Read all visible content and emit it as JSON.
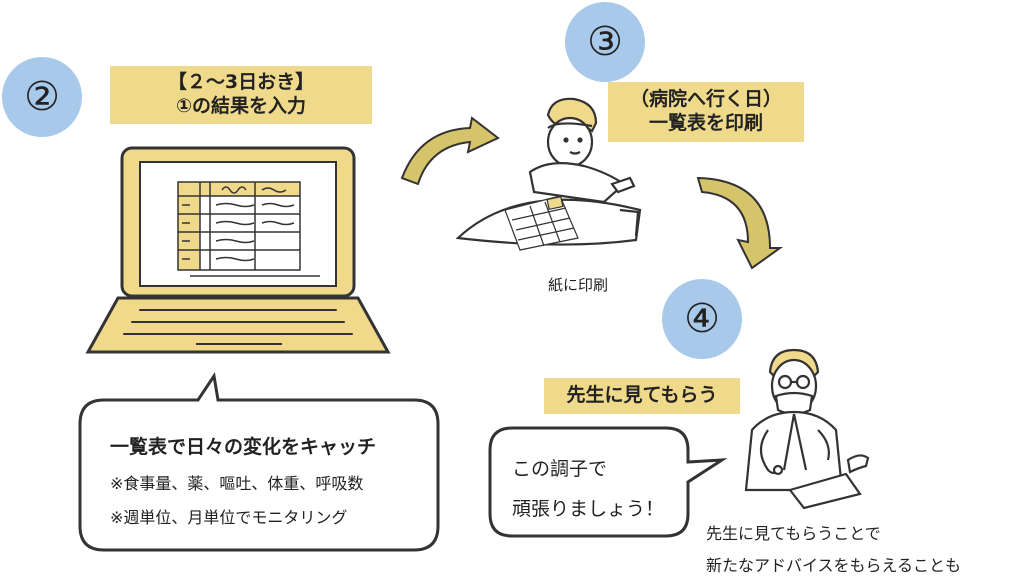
{
  "steps": {
    "step2": {
      "number": "②",
      "banner_line1": "【２～3日おき】",
      "banner_line2": "①の結果を入力"
    },
    "step3": {
      "number": "③",
      "banner_line1": "（病院へ行く日）",
      "banner_line2": "一覧表を印刷",
      "caption": "紙に印刷"
    },
    "step4": {
      "number": "④",
      "banner": "先生に見てもらう",
      "caption_line1": "先生に見てもらうことで",
      "caption_line2": "新たなアドバイスをもらえることも"
    }
  },
  "laptop_bubble": {
    "heading": "一覧表で日々の変化をキャッチ",
    "note1": "※食事量、薬、嘔吐、体重、呼吸数",
    "note2": "※週単位、月単位でモニタリング"
  },
  "doctor_bubble": {
    "line1": "この調子で",
    "line2": "頑張りましょう！"
  },
  "colors": {
    "banner": "#efd98a",
    "circle": "#a8c9ea",
    "laptop_frame": "#f0d98a",
    "outline": "#333333"
  }
}
